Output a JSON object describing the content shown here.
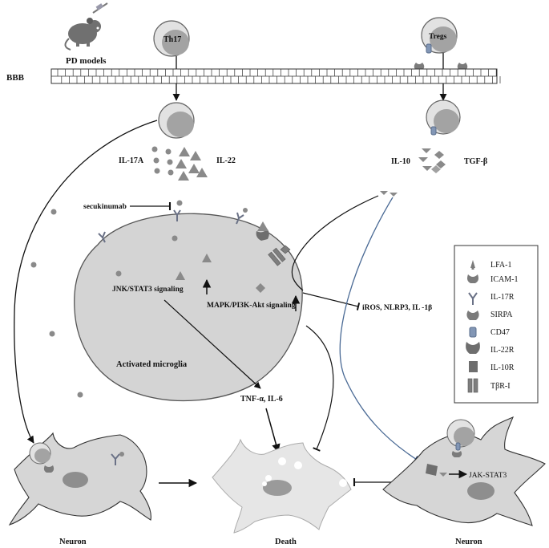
{
  "labels": {
    "pd_models": "PD models",
    "bbb": "BBB",
    "th17": "Th17",
    "tregs": "Tregs",
    "il17a": "IL-17A",
    "il22": "IL-22",
    "il10": "IL-10",
    "tgfb": "TGF-β",
    "secukinumab": "secukinumab",
    "jnk": "JNK/STAT3 signaling",
    "mapk": "MAPK/PI3K-Akt signaling",
    "ros": "iROS, NLRP3, IL -1β",
    "activated_microglia": "Activated microglia",
    "tnf": "TNF-α, IL-6",
    "jak": "JAK-STAT3",
    "neuron_left": "Neuron",
    "death": "Death",
    "neuron_right": "Neuron"
  },
  "legend": {
    "items": [
      {
        "icon": "lfa1-icon",
        "label": "LFA-1"
      },
      {
        "icon": "icam1-icon",
        "label": "ICAM-1"
      },
      {
        "icon": "il17r-icon",
        "label": "IL-17R"
      },
      {
        "icon": "sirpa-icon",
        "label": "SIRPA"
      },
      {
        "icon": "cd47-icon",
        "label": "CD47"
      },
      {
        "icon": "il22r-icon",
        "label": "IL-22R"
      },
      {
        "icon": "il10r-icon",
        "label": "IL-10R"
      },
      {
        "icon": "tbr1-icon",
        "label": "TβR-I"
      }
    ]
  },
  "colors": {
    "cell_fill": "#d4d4d4",
    "neuron_fill": "#d6d6d6",
    "death_fill": "#e6e6e6",
    "nucleus": "#8e8e8e",
    "molecule": "#8a8a8a",
    "blue_line": "#4a6a95"
  }
}
